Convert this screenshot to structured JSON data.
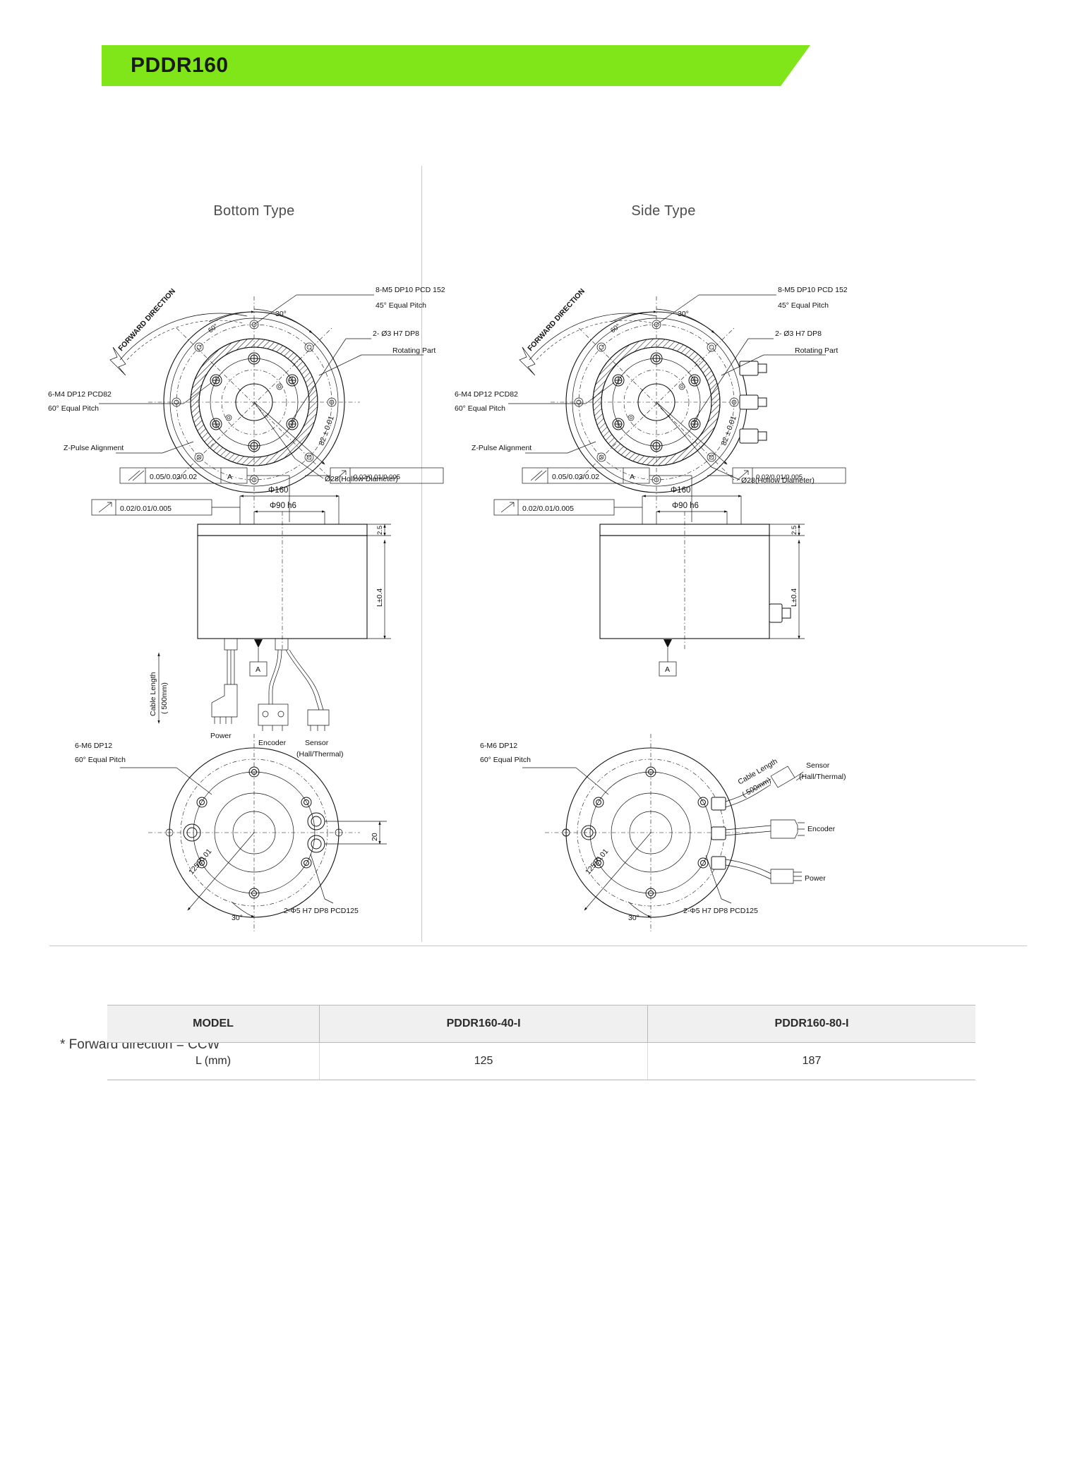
{
  "header": {
    "title": "PDDR160",
    "band_color": "#80e61a"
  },
  "columns": [
    {
      "title": "Bottom Type"
    },
    {
      "title": "Side Type"
    }
  ],
  "annotations": {
    "forward_direction": "FORWARD DIRECTION",
    "bolt_top": "8-M5 DP10 PCD 152",
    "bolt_top_pitch": "45° Equal Pitch",
    "angle_30": "30°",
    "angle_60": "60°",
    "pin_hole": "2- Ø3 H7 DP8",
    "rotating_part": "Rotating Part",
    "bolt_left": "6-M4 DP12 PCD82",
    "bolt_left_pitch": "60° Equal Pitch",
    "z_pulse": "Z-Pulse Alignment",
    "pcd_82": "82 ± 0.01",
    "hollow": "Ø28(Hollow Diameter)",
    "gdt_parallel_sym": "//",
    "gdt_parallel_val": "0.05/0.03/0.02",
    "gdt_datum": "A",
    "gdt_runout_val": "0.02/0.01/0.005",
    "dim_phi160": "Φ160",
    "dim_phi90": "Φ90 h6",
    "dim_2p5": "2.5",
    "dim_L": "L±0.4",
    "datum_box": "A",
    "cable_length": "Cable Length",
    "cable_length_sub": "( 500mm)",
    "power": "Power",
    "encoder": "Encoder",
    "sensor": "Sensor",
    "sensor_sub": "(Hall/Thermal)",
    "bolt_bottom": "6-M6 DP12",
    "bolt_bottom_pitch": "60° Equal Pitch",
    "dim_125": "125±0.01",
    "dim_20": "20",
    "bottom_holes": "2-Φ5 H7 DP8 PCD125",
    "angle_30_bottom": "30°"
  },
  "footer_note": "* Forward direction = CCW",
  "table": {
    "headers": [
      "MODEL",
      "PDDR160-40-I",
      "PDDR160-80-I"
    ],
    "rows": [
      {
        "label": "L (mm)",
        "v1": "125",
        "v2": "187"
      }
    ]
  }
}
